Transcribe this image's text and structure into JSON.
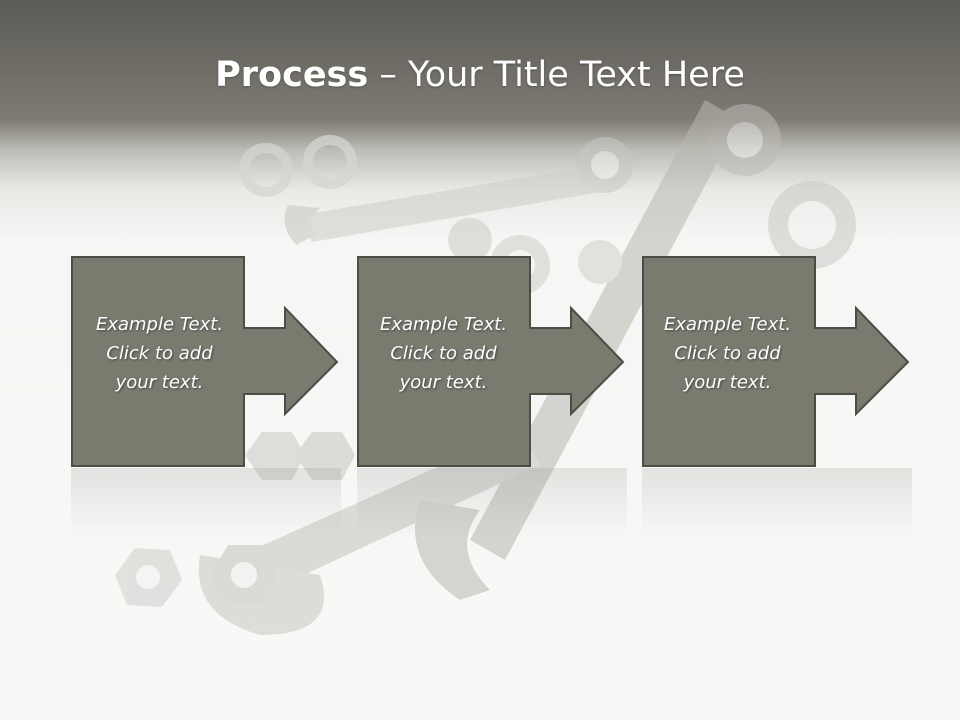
{
  "slide": {
    "title_bold": "Process",
    "title_rest": " – Your Title Text Here",
    "steps": [
      {
        "text": "Example Text.\nClick  to add\nyour text."
      },
      {
        "text": "Example Text.\nClick  to add\nyour text."
      },
      {
        "text": "Example Text.\nClick  to add\nyour text."
      }
    ],
    "background_image": "wrench-and-nuts-icon"
  },
  "colors": {
    "header_band": "#6f6d66",
    "box_fill": "#7b7a6f",
    "box_border": "#4d4c45",
    "text": "#ffffff"
  }
}
